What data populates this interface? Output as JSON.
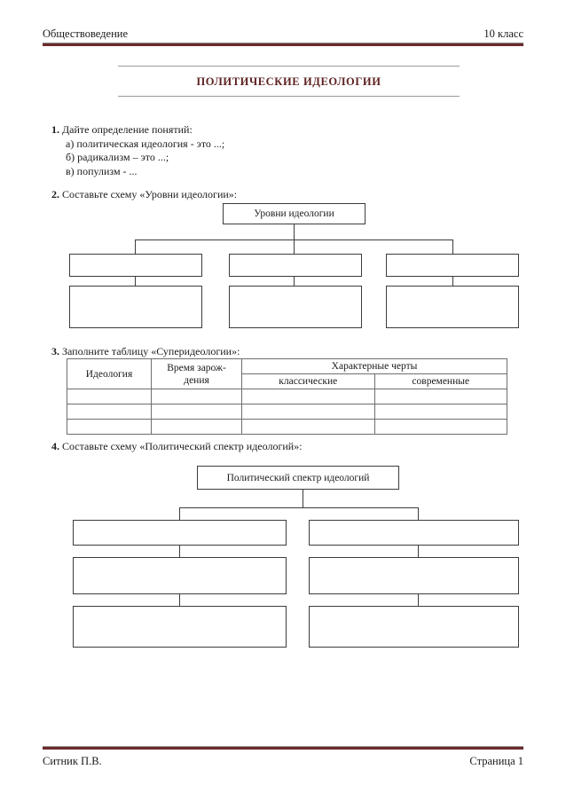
{
  "header": {
    "subject": "Обществоведение",
    "grade": "10 класс"
  },
  "title": "ПОЛИТИЧЕСКИЕ ИДЕОЛОГИИ",
  "tasks": {
    "task1": {
      "number": "1.",
      "prompt": "Дайте определение понятий:",
      "items": [
        "а) политическая идеология - это ...;",
        "б) радикализм – это ...;",
        "в) популизм - ..."
      ]
    },
    "task2": {
      "number": "2.",
      "prompt": "Составьте схему «Уровни идеологии»:",
      "diagram": {
        "root": "Уровни идеологии",
        "row2": [
          "",
          "",
          ""
        ],
        "row3": [
          "",
          "",
          ""
        ]
      }
    },
    "task3": {
      "number": "3.",
      "prompt": "Заполните таблицу «Суперидеологии»:",
      "table": {
        "headers": {
          "ideology": "Идеология",
          "time": "Время зарож-\nдения",
          "time_line1": "Время зарож-",
          "time_line2": "дения",
          "features_group": "Характерные черты",
          "classic": "классические",
          "modern": "современные"
        },
        "rows": [
          [
            "",
            "",
            "",
            ""
          ],
          [
            "",
            "",
            "",
            ""
          ],
          [
            "",
            "",
            "",
            ""
          ]
        ]
      }
    },
    "task4": {
      "number": "4.",
      "prompt": "Составьте схему «Политический спектр идеологий»:",
      "diagram": {
        "root": "Политический спектр идеологий",
        "left_column": [
          "",
          "",
          ""
        ],
        "right_column": [
          "",
          "",
          ""
        ]
      }
    }
  },
  "footer": {
    "author": "Ситник П.В.",
    "page": "Страница 1"
  },
  "colors": {
    "rule_accent": "#6b2b2b",
    "title_text": "#5e2222",
    "box_border": "#3c3c3c",
    "table_border": "#6e6e6e"
  }
}
